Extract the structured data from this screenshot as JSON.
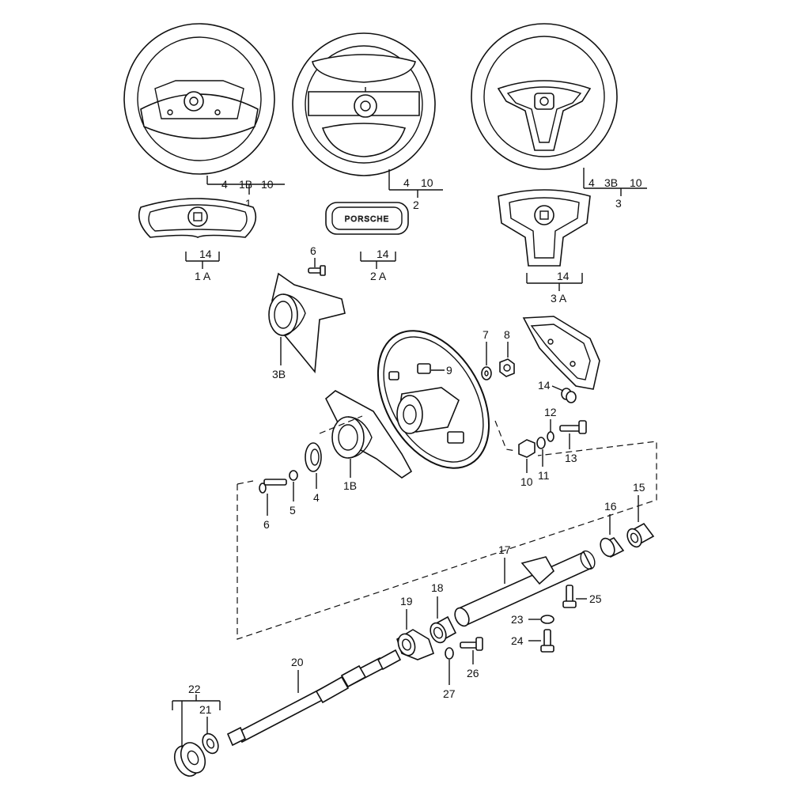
{
  "diagram": {
    "labels": {
      "g1": [
        "4",
        "1B",
        "10",
        "1"
      ],
      "g1A": [
        "14",
        "1 A"
      ],
      "g2": [
        "4",
        "10",
        "2"
      ],
      "g2A": [
        "14",
        "2 A"
      ],
      "g3": [
        "4",
        "3B",
        "10",
        "3"
      ],
      "g3A": [
        "14",
        "3 A"
      ],
      "p6top": "6",
      "p3B": "3B",
      "p7": "7",
      "p8": "8",
      "p9": "9",
      "p14": "14",
      "p12": "12",
      "p13": "13",
      "p11": "11",
      "p10": "10",
      "p6": "6",
      "p5": "5",
      "p4": "4",
      "p1B": "1B",
      "p16": "16",
      "p15": "15",
      "p17": "17",
      "p18": "18",
      "p19": "19",
      "p25": "25",
      "p23": "23",
      "p24": "24",
      "p26": "26",
      "p27": "27",
      "p20": "20",
      "p22": "22",
      "p21": "21"
    },
    "pad_text": "PORSCHE"
  }
}
